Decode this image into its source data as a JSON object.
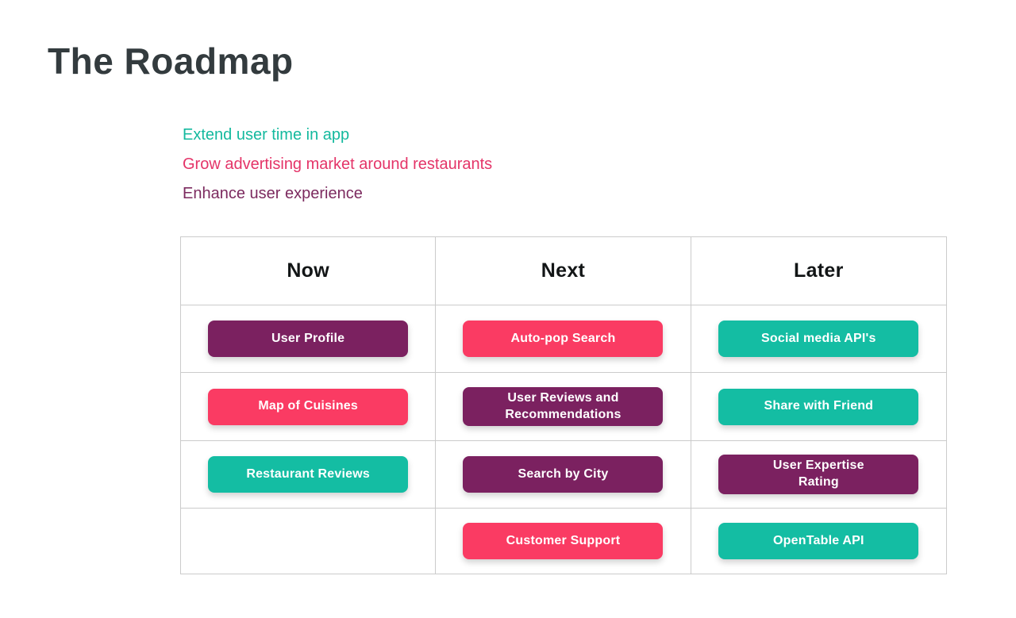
{
  "page": {
    "title": "The Roadmap"
  },
  "goals": [
    {
      "label": "Extend user time in app",
      "color": "#14b99e"
    },
    {
      "label": "Grow advertising market around restaurants",
      "color": "#e43468"
    },
    {
      "label": "Enhance user experience",
      "color": "#7c2a5f"
    }
  ],
  "roadmap": {
    "columns": [
      {
        "header": "Now",
        "items": [
          {
            "label": "User Profile",
            "color": "#7b2160"
          },
          {
            "label": "Map of Cuisines",
            "color": "#fa3b63"
          },
          {
            "label": "Restaurant Reviews",
            "color": "#14bda3"
          },
          null
        ]
      },
      {
        "header": "Next",
        "items": [
          {
            "label": "Auto-pop Search",
            "color": "#fa3b63"
          },
          {
            "label": "User Reviews and\nRecommendations",
            "color": "#7b2160"
          },
          {
            "label": "Search by City",
            "color": "#7b2160"
          },
          {
            "label": "Customer Support",
            "color": "#fa3b63"
          }
        ]
      },
      {
        "header": "Later",
        "items": [
          {
            "label": "Social media API's",
            "color": "#14bda3"
          },
          {
            "label": "Share with Friend",
            "color": "#14bda3"
          },
          {
            "label": "User Expertise\nRating",
            "color": "#7b2160"
          },
          {
            "label": "OpenTable API",
            "color": "#14bda3"
          }
        ]
      }
    ]
  },
  "style": {
    "table_border": "#cbcbcb",
    "title_color": "#333b3e",
    "header_text_color": "#121516",
    "pill_text_color": "#ffffff"
  }
}
